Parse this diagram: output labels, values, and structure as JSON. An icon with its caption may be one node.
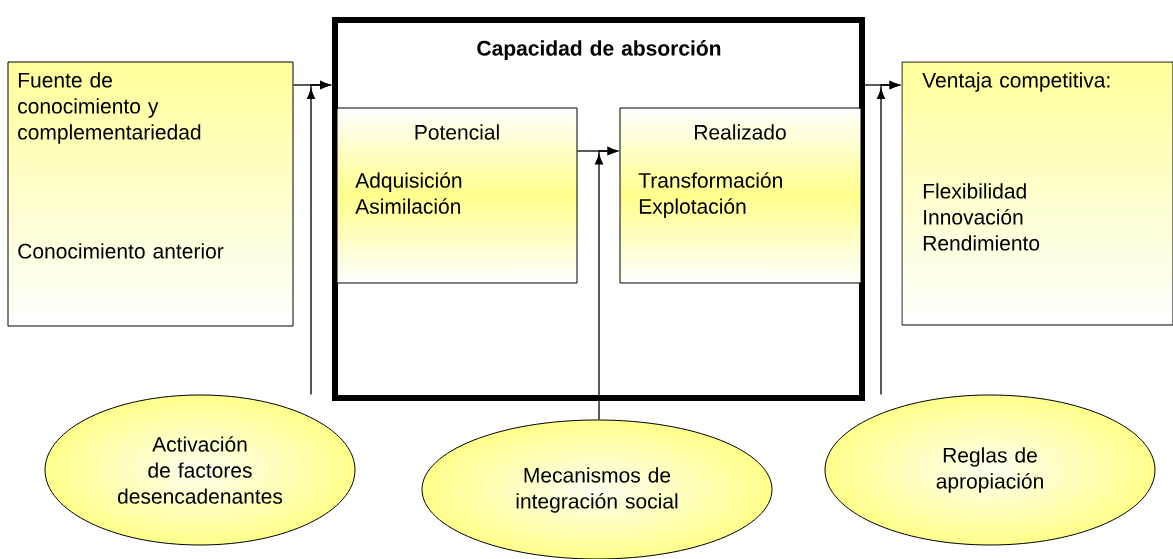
{
  "diagram": {
    "nodes": [
      {
        "text": [
          "Fuente de conocimiento y complementariedad",
          "Conocimiento anterior"
        ]
      },
      {
        "text": [
          "Capacidad de absorción"
        ]
      },
      {
        "text": [
          "Potencial",
          "Adquisición Asimilación"
        ],
        "in": 1
      },
      {
        "text": [
          "Realizado",
          "Transformación Explotación"
        ],
        "in": 1
      },
      {
        "text": [
          "Ventaja competitiva:",
          "Flexibilidad Innovación Rendimiento"
        ]
      },
      {
        "text": [
          "Activación de factores desencadenantes"
        ]
      },
      {
        "text": [
          "Mecanismos de integración social"
        ]
      },
      {
        "text": [
          "Reglas de apropiación"
        ]
      }
    ],
    "edges": [
      {
        "from": 0,
        "to": 1,
        "arrow": "to"
      },
      {
        "from": 5,
        "to": 1,
        "arrow": "to"
      },
      {
        "from": 2,
        "to": 3,
        "arrow": "to"
      },
      {
        "from": 6,
        "to": 3,
        "arrow": "to"
      },
      {
        "from": 1,
        "to": 4,
        "arrow": "to"
      },
      {
        "from": 7,
        "to": 4,
        "arrow": "to"
      }
    ]
  }
}
